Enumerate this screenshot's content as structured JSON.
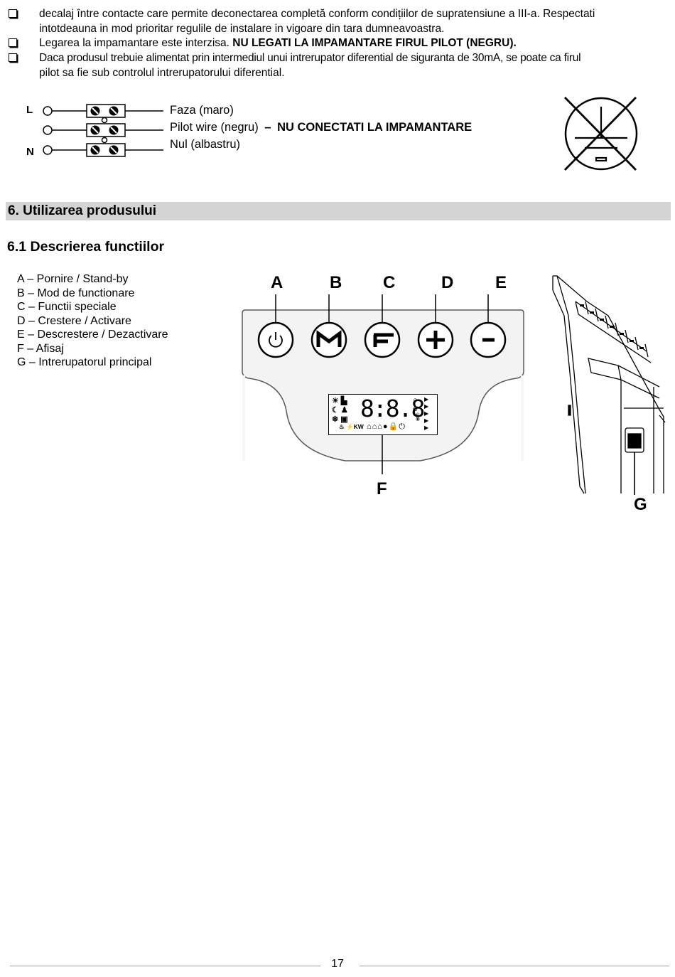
{
  "bullets": [
    {
      "lines": [
        {
          "text": "decalaj între contacte care permite deconectarea completă conform condițiilor de supratensiune a III-a. Respectati"
        },
        {
          "text": "intotdeauna in mod prioritar regulile de instalare in vigoare din tara dumneavoastra."
        }
      ]
    },
    {
      "lines": [
        {
          "text": "Legarea la impamantare este interzisa. ",
          "bold": "NU LEGATI LA IMPAMANTARE FIRUL PILOT (NEGRU)."
        }
      ]
    },
    {
      "lines": [
        {
          "text": "Daca produsul trebuie alimentat prin intermediul unui intrerupator diferential de siguranta de 30mA, se poate ca firul"
        },
        {
          "text": "pilot sa fie sub controlul intrerupatorului diferential."
        }
      ]
    }
  ],
  "wiring": {
    "terminal_l": "L",
    "terminal_n": "N",
    "wire_phase": "Faza (maro)",
    "wire_pilot": "Pilot wire (negru)",
    "wire_pilot_separator": "–",
    "wire_pilot_warning": "NU CONECTATI LA IMPAMANTARE",
    "wire_neutral": "Nul (albastru)"
  },
  "section_heading": "6.  Utilizarea produsului",
  "subsection_heading": "6.1 Descrierea functiilor",
  "legend": [
    "A – Pornire / Stand-by",
    "B – Mod de functionare",
    "C – Functii speciale",
    "D – Crestere / Activare",
    "E – Descrestere / Dezactivare",
    "F –  Afisaj",
    "G – Intrerupatorul principal"
  ],
  "panel_letters": {
    "a": "A",
    "b": "B",
    "c": "C",
    "d": "D",
    "e": "E",
    "f": "F",
    "g": "G"
  },
  "display": {
    "digits": "8:8.8",
    "power_unit": "KW"
  },
  "page_number": "17"
}
